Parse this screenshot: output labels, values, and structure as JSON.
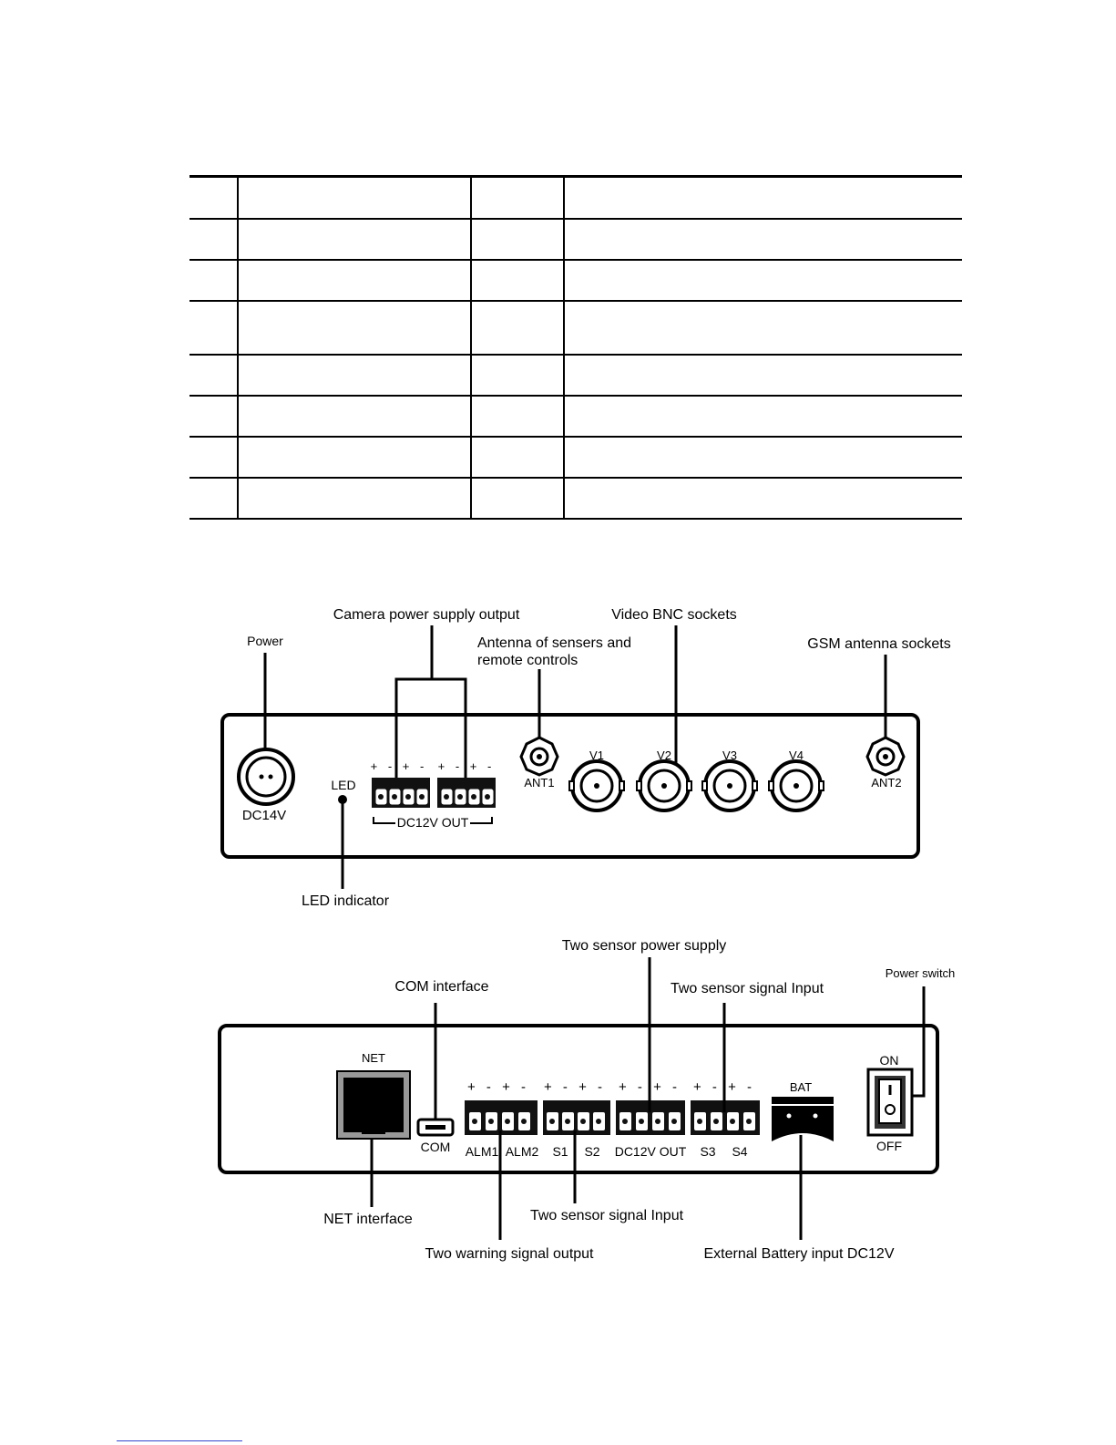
{
  "spec_table": {
    "rows": [
      [
        "",
        "",
        "",
        ""
      ],
      [
        "",
        "",
        "",
        ""
      ],
      [
        "",
        "",
        "",
        ""
      ],
      [
        "",
        "",
        "",
        ""
      ],
      [
        "",
        "",
        "",
        ""
      ],
      [
        "",
        "",
        "",
        ""
      ],
      [
        "",
        "",
        "",
        ""
      ],
      [
        "",
        "",
        "",
        ""
      ]
    ]
  },
  "front_panel": {
    "callouts": {
      "power": "Power",
      "camera_power": "Camera power supply output",
      "antenna_line1": "Antenna of sensers and",
      "antenna_line2": "remote controls",
      "video_bnc": "Video BNC sockets",
      "gsm_antenna": "GSM antenna sockets",
      "led_indicator": "LED indicator"
    },
    "labels": {
      "dc14v": "DC14V",
      "led": "LED",
      "dc12v_out": "DC12V OUT",
      "ant1": "ANT1",
      "ant2": "ANT2",
      "v1": "V1",
      "v2": "V2",
      "v3": "V3",
      "v4": "V4",
      "polarity": "+ - + -"
    }
  },
  "rear_panel": {
    "callouts": {
      "com_interface": "COM interface",
      "two_sensor_power": "Two sensor power supply",
      "two_sensor_signal_top": "Two sensor signal Input",
      "power_switch": "Power switch",
      "net_interface": "NET interface",
      "two_sensor_signal_bottom": "Two sensor signal Input",
      "two_warning": "Two warning signal output",
      "external_battery": "External Battery input DC12V"
    },
    "labels": {
      "net": "NET",
      "com": "COM",
      "alm1": "ALM1",
      "alm2": "ALM2",
      "s1": "S1",
      "s2": "S2",
      "dc12v_out": "DC12V OUT",
      "s3": "S3",
      "s4": "S4",
      "bat": "BAT",
      "on": "ON",
      "off": "OFF",
      "polarity": "+ - + -"
    }
  }
}
